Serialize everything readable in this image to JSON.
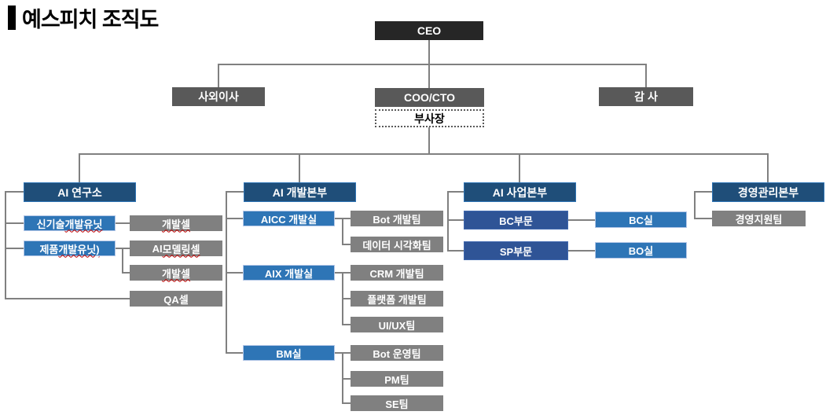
{
  "page_title": "예스피치 조직도",
  "org": {
    "ceo": {
      "label": "CEO"
    },
    "outside_director": {
      "label": "사외이사"
    },
    "coo_cto": {
      "label": "COO/CTO"
    },
    "vice_president": {
      "label": "부사장"
    },
    "auditor": {
      "label": "감 사"
    },
    "divisions": [
      {
        "label": "AI 연구소",
        "units": [
          {
            "pre": "신기술 ",
            "sq": "개발유닛"
          },
          {
            "pre": "제품 ",
            "sq": "개발유닛)"
          }
        ],
        "cells": [
          {
            "pre": "",
            "sq": "개발셀"
          },
          {
            "pre": "AI ",
            "sq": "모델링셀"
          },
          {
            "pre": "",
            "sq": "개발셀"
          },
          {
            "pre": "QA셀",
            "sq": ""
          }
        ]
      },
      {
        "label": "AI 개발본부",
        "depts": [
          {
            "label": "AICC 개발실",
            "teams": [
              "Bot 개발팀",
              "데이터 시각화팀"
            ]
          },
          {
            "label": "AIX 개발실",
            "teams": [
              "CRM 개발팀",
              "플랫폼 개발팀",
              "UI/UX팀"
            ]
          },
          {
            "label": "BM실",
            "teams": [
              "Bot 운영팀",
              "PM팀",
              "SE팀"
            ]
          }
        ]
      },
      {
        "label": "AI 사업본부",
        "sectors": [
          {
            "label": "BC부문",
            "office": "BC실"
          },
          {
            "label": "SP부문",
            "office": "BO실"
          }
        ]
      },
      {
        "label": "경영관리본부",
        "teams": [
          "경영지원팀"
        ]
      }
    ]
  },
  "colors": {
    "ceo_fill": "#262626",
    "executive_gray": "#595959",
    "team_gray": "#808080",
    "division_navy": "#1F4E79",
    "unit_blue": "#2E75B6",
    "sector_royal_blue": "#2F5496",
    "connector_gray": "#808080",
    "spellcheck_red": "#C00000"
  }
}
